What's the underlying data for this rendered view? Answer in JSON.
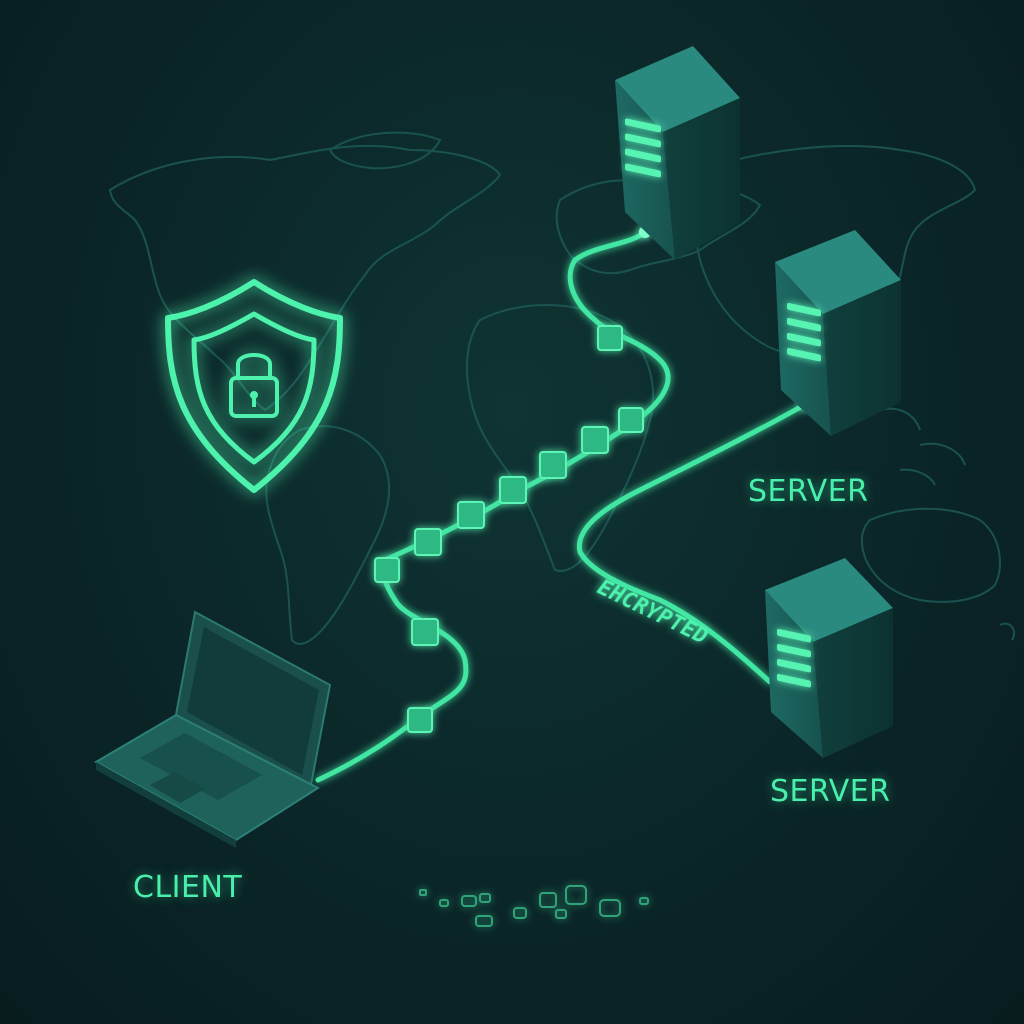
{
  "labels": {
    "client": "CLIENT",
    "server_top_right": "SERVER",
    "server_bottom_right": "SERVER",
    "encrypted": "EHCRYPTED"
  },
  "icons": {
    "security": "shield-lock-icon",
    "client_device": "laptop-icon",
    "server": "server-tower-icon",
    "data_packet": "cube-icon"
  },
  "colors": {
    "background": "#0b2628",
    "accent": "#49f0ac",
    "server_body": "#1f6c66",
    "map_lines": "#1d5a55"
  }
}
